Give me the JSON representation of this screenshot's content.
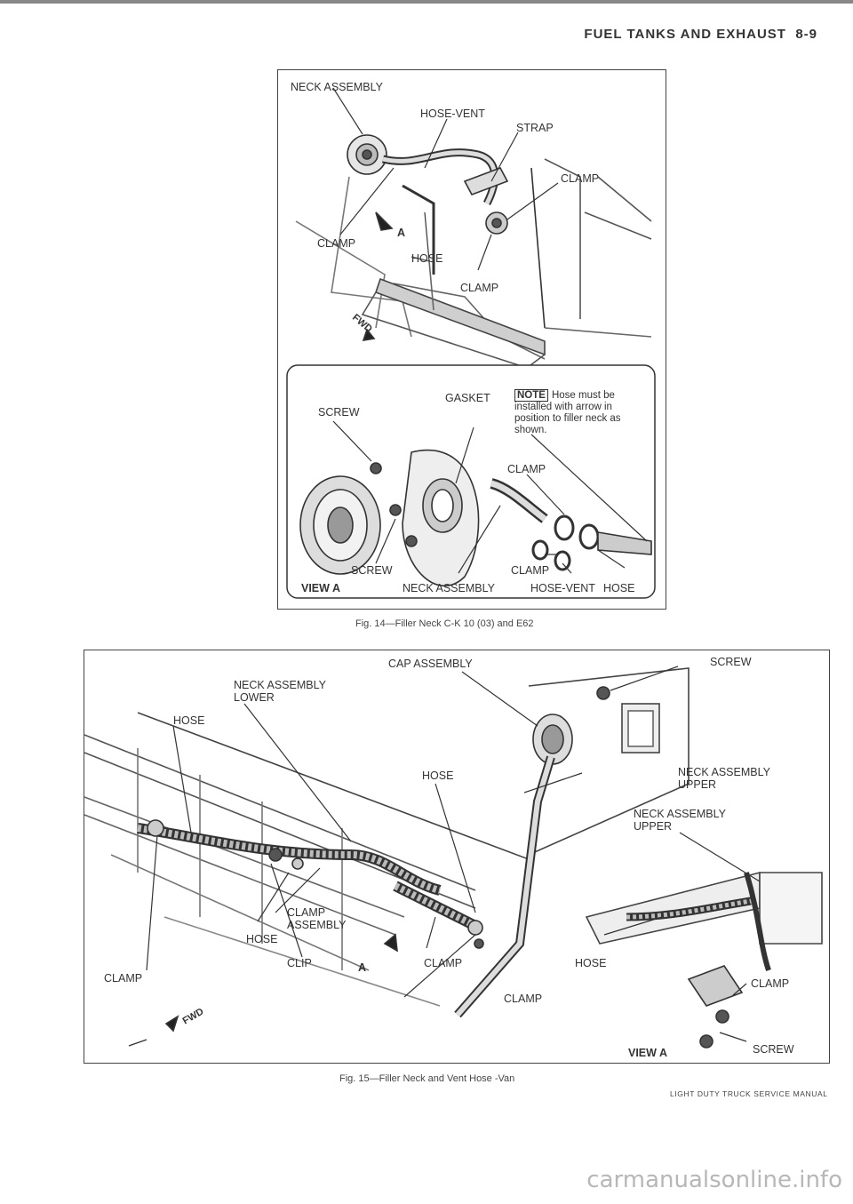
{
  "header": {
    "title": "FUEL TANKS AND EXHAUST",
    "page": "8-9"
  },
  "fig14": {
    "labels": {
      "neck_assembly": "NECK ASSEMBLY",
      "hose_vent": "HOSE-VENT",
      "strap": "STRAP",
      "clamp_right": "CLAMP",
      "clamp_left": "CLAMP",
      "arrow_a": "A",
      "hose": "HOSE",
      "clamp_bottom": "CLAMP",
      "fwd": "FWD"
    },
    "inset": {
      "screw_top": "SCREW",
      "gasket": "GASKET",
      "note_tag": "NOTE",
      "note_text": "Hose must be installed with arrow in position to filler neck as shown.",
      "clamp_top": "CLAMP",
      "screw_bottom": "SCREW",
      "clamp_bottom": "CLAMP",
      "view": "VIEW A",
      "neck_assembly": "NECK ASSEMBLY",
      "hose_vent": "HOSE-VENT",
      "hose": "HOSE"
    },
    "caption": "Fig. 14—Filler Neck C-K 10 (03) and E62"
  },
  "fig15": {
    "labels": {
      "cap_assembly": "CAP ASSEMBLY",
      "screw_top": "SCREW",
      "neck_lower": "NECK ASSEMBLY LOWER",
      "hose_left": "HOSE",
      "hose_mid": "HOSE",
      "neck_upper1": "NECK ASSEMBLY UPPER",
      "neck_upper2": "NECK ASSEMBLY UPPER",
      "clamp_assembly": "CLAMP ASSEMBLY",
      "hose_low": "HOSE",
      "clip": "CLIP",
      "arrow_a": "A",
      "clamp_mid": "CLAMP",
      "clamp_left": "CLAMP",
      "clamp_bottom": "CLAMP",
      "hose_right": "HOSE",
      "clamp_right": "CLAMP",
      "view": "VIEW A",
      "screw_bottom": "SCREW",
      "fwd": "FWD"
    },
    "caption": "Fig. 15—Filler Neck and Vent Hose -Van"
  },
  "footer": "LIGHT DUTY TRUCK SERVICE MANUAL",
  "watermark": "carmanualsonline.info"
}
